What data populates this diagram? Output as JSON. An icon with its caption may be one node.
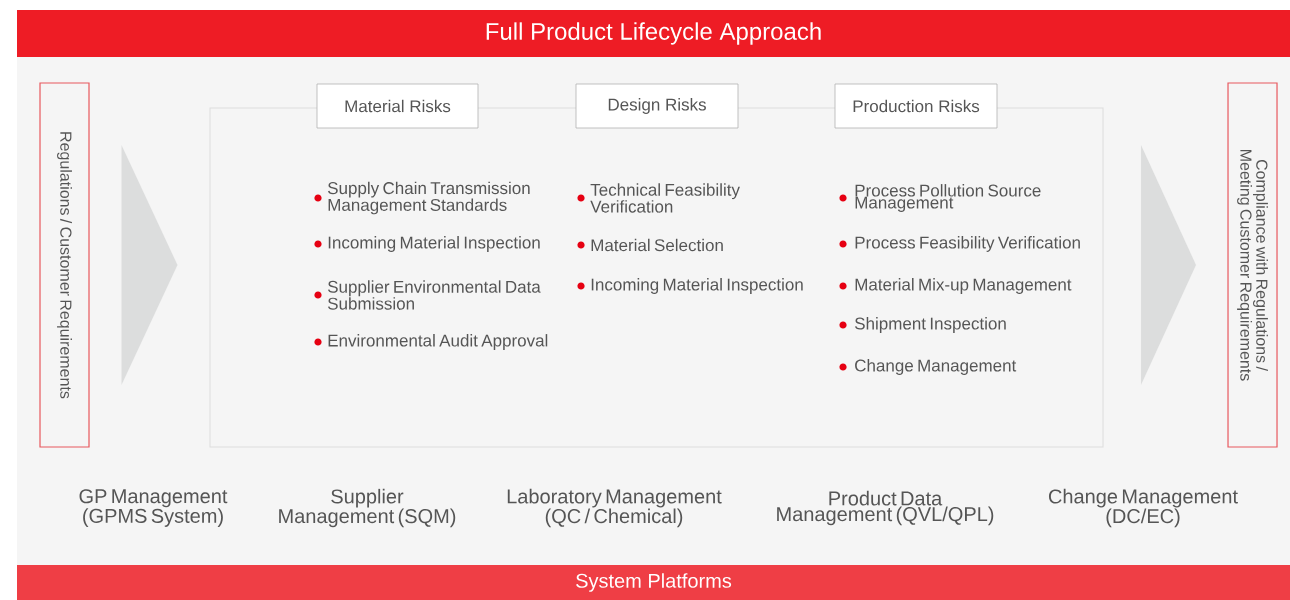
{
  "diagram": {
    "nodes": [
      {
        "text": [
          "Full Product Lifecycle Approach"
        ]
      },
      {
        "text": [
          "Regulations / Customer Requirements"
        ]
      },
      {
        "text": [],
        "shape": "box"
      },
      {
        "text": [
          "Material Risks"
        ]
      },
      {
        "text": [
          "Design Risks"
        ]
      },
      {
        "text": [
          "Production Risks"
        ]
      },
      {
        "text": [
          "Compliance with Regulations / Meeting Customer Requirements"
        ]
      },
      {
        "text": [
          "System Platforms"
        ]
      }
    ],
    "edges": [
      {
        "from": 1,
        "to": 2,
        "arrow": "to"
      },
      {
        "from": 2,
        "to": 6,
        "arrow": "to"
      }
    ],
    "labels": [
      "Supply Chain Transmission Management Standards",
      "Technical Feasibility Verification",
      "Process Pollution Source Management",
      "Incoming Material Inspection",
      "Material Selection",
      "Process Feasibility Verification",
      "Supplier Environmental Data Submission",
      "Incoming Material Inspection",
      "Material Mix-up Management",
      "Shipment Inspection",
      "Environmental Audit Approval",
      "Change Management",
      "GP Management (GPMS System)",
      "Supplier Management (SQM)",
      "Laboratory Management (QC / Chemical)",
      "Product Data Management (QVL/QPL)",
      "Change Management (DC/EC)"
    ]
  }
}
